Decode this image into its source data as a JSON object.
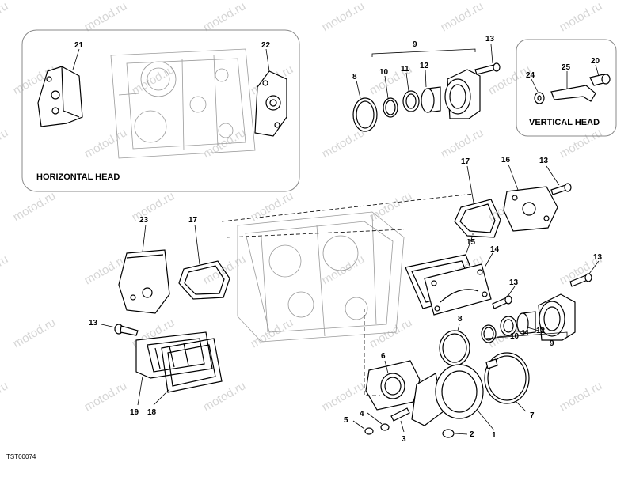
{
  "watermark": "motod.ru",
  "drawing_code": "TST00074",
  "horizontal_head": {
    "title": "HORIZONTAL HEAD",
    "part_a": "21",
    "part_b": "22"
  },
  "vertical_head": {
    "title": "VERTICAL HEAD",
    "part_a": "24",
    "part_b": "25",
    "part_c": "20"
  },
  "callouts": [
    {
      "id": "c-9-top",
      "text": "9"
    },
    {
      "id": "c-13-top",
      "text": "13"
    },
    {
      "id": "c-8-top",
      "text": "8"
    },
    {
      "id": "c-10-top",
      "text": "10"
    },
    {
      "id": "c-11-top",
      "text": "11"
    },
    {
      "id": "c-12-top",
      "text": "12"
    },
    {
      "id": "c-17-right",
      "text": "17"
    },
    {
      "id": "c-16",
      "text": "16"
    },
    {
      "id": "c-13-right",
      "text": "13"
    },
    {
      "id": "c-23",
      "text": "23"
    },
    {
      "id": "c-17-left",
      "text": "17"
    },
    {
      "id": "c-15",
      "text": "15"
    },
    {
      "id": "c-14",
      "text": "14"
    },
    {
      "id": "c-13-far",
      "text": "13"
    },
    {
      "id": "c-13-mid",
      "text": "13"
    },
    {
      "id": "c-13-left",
      "text": "13"
    },
    {
      "id": "c-8-low",
      "text": "8"
    },
    {
      "id": "c-6",
      "text": "6"
    },
    {
      "id": "c-10-low",
      "text": "10"
    },
    {
      "id": "c-11-low",
      "text": "11"
    },
    {
      "id": "c-12-low",
      "text": "12"
    },
    {
      "id": "c-9-low",
      "text": "9"
    },
    {
      "id": "c-19",
      "text": "19"
    },
    {
      "id": "c-18",
      "text": "18"
    },
    {
      "id": "c-7",
      "text": "7"
    },
    {
      "id": "c-4",
      "text": "4"
    },
    {
      "id": "c-5",
      "text": "5"
    },
    {
      "id": "c-3",
      "text": "3"
    },
    {
      "id": "c-2",
      "text": "2"
    },
    {
      "id": "c-1",
      "text": "1"
    }
  ]
}
